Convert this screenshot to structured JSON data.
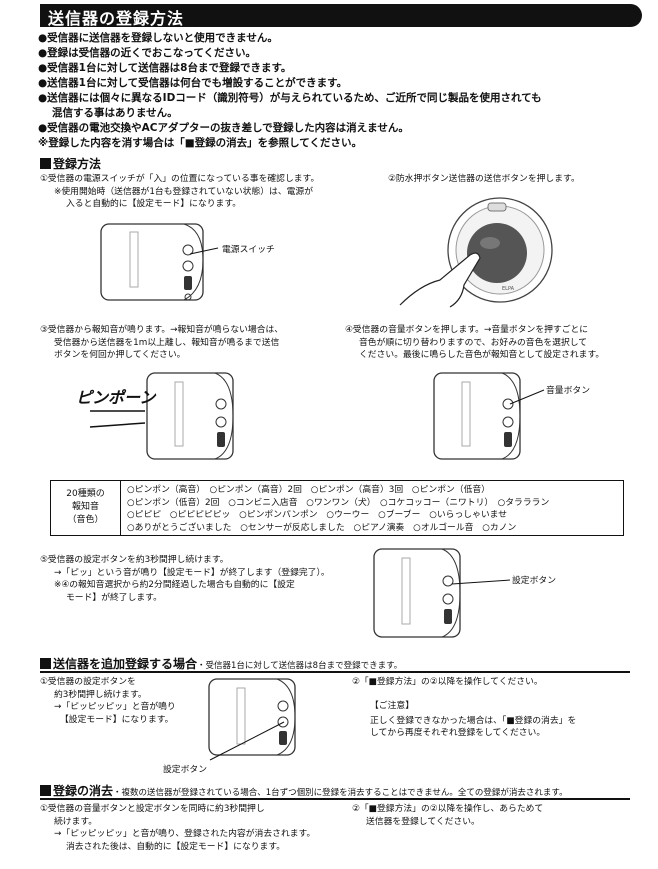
{
  "title": "送信器の登録方法",
  "bullets": [
    "●受信器に送信器を登録しないと使用できません。",
    "●登録は受信器の近くでおこなってください。",
    "●受信器1台に対して送信器は8台まで登録できます。",
    "●送信器1台に対して受信器は何台でも増設することができます。",
    "●送信器には個々に異なるIDコード（識別符号）が与えられているため、ご近所で同じ製品を使用されても",
    "混信する事はありません。",
    "●受信器の電池交換やACアダプターの抜き差しで登録した内容は消えません。",
    "※登録した内容を消す場合は「■登録の消去」を参照してください。"
  ],
  "registration": {
    "heading": "登録方法",
    "step1": [
      "①受信器の電源スイッチが「入」の位置になっている事を確認します。",
      "※使用開始時（送信器が1台も登録されていない状態）は、電源が",
      "入ると自動的に【設定モード】になります。"
    ],
    "power_switch_label": "電源スイッチ",
    "step2": "②防水押ボタン送信器の送信ボタンを押します。",
    "step3": [
      "③受信器から報知音が鳴ります。→報知音が鳴らない場合は、",
      "受信器から送信器を1m以上離し、報知音が鳴るまで送信",
      "ボタンを何回か押してください。"
    ],
    "pinpon_text": "ピンポーン",
    "step4": [
      "④受信器の音量ボタンを押します。→音量ボタンを押すごとに",
      "音色が順に切り替わりますので、お好みの音色を選択して",
      "ください。最後に鳴らした音色が報知音として設定されます。"
    ],
    "volume_button_label": "音量ボタン",
    "sound_table": {
      "header": [
        "20種類の",
        "報知音",
        "（音色）"
      ],
      "rows": [
        "○ピンポン（高音）　○ピンポン（高音）2回　○ピンポン（高音）3回　○ピンポン（低音）",
        "○ピンポン（低音）2回　○コンビニ入店音　○ワンワン（犬）　○コケコッコー（ニワトリ）　○タラララン",
        "○ピピピ　○ピピピピピッ　○ピンポンパンポン　○ウーウー　○ブーブー　○いらっしゃいませ",
        "○ありがとうございました　○センサーが反応しました　○ピアノ演奏　○オルゴール音　○カノン"
      ]
    },
    "step5": [
      "⑤受信器の設定ボタンを約3秒間押し続けます。",
      "→「ピッ」という音が鳴り【設定モード】が終了します（登録完了）。",
      "※④の報知音選択から約2分間経過した場合も自動的に【設定",
      "モード】が終了します。"
    ],
    "setting_button_label": "設定ボタン"
  },
  "additional": {
    "heading": "送信器を追加登録する場合",
    "note": "・受信器1台に対して送信器は8台まで登録できます。",
    "step1": [
      "①受信器の設定ボタンを",
      "約3秒間押し続けます。",
      "→「ピッピッピッ」と音が鳴り",
      "【設定モード】になります。"
    ],
    "setting_button_label": "設定ボタン",
    "step2": "②「■登録方法」の②以降を操作してください。",
    "caution_title": "【ご注意】",
    "caution": [
      "正しく登録できなかった場合は、「■登録の消去」を",
      "してから再度それぞれ登録をしてください。"
    ]
  },
  "deletion": {
    "heading": "登録の消去",
    "note": "・複数の送信器が登録されている場合、1台ずつ個別に登録を消去することはできません。全ての登録が消去されます。",
    "step1": [
      "①受信器の音量ボタンと設定ボタンを同時に約3秒間押し",
      "続けます。",
      "→「ピッピッピッ」と音が鳴り、登録された内容が消去されます。",
      "消去された後は、自動的に【設定モード】になります。"
    ],
    "step2": [
      "②「■登録方法」の②以降を操作し、あらためて",
      "送信器を登録してください。"
    ]
  },
  "device_brand": "ELPA"
}
